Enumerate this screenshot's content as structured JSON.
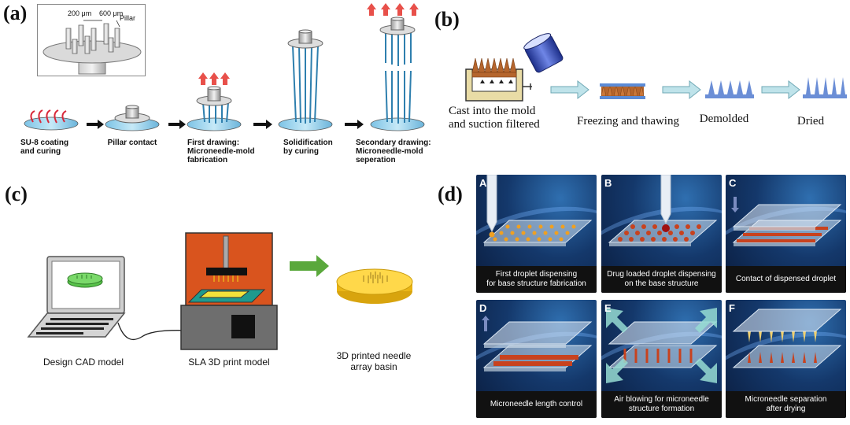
{
  "panel_a": {
    "label": "(a)",
    "inset": {
      "dim1": "200 μm",
      "dim2": "600 μm",
      "pillar": "Pillar"
    },
    "steps": [
      {
        "lines": [
          "SU-8 coating",
          "and curing"
        ]
      },
      {
        "lines": [
          "Pillar contact"
        ]
      },
      {
        "lines": [
          "First drawing:",
          "Microneedle-mold",
          "fabrication"
        ]
      },
      {
        "lines": [
          "Solidification",
          "by curing"
        ]
      },
      {
        "lines": [
          "Secondary drawing:",
          "Microneedle-mold",
          "seperation"
        ]
      }
    ]
  },
  "panel_b": {
    "label": "(b)",
    "steps": [
      {
        "lines": [
          "Cast into the mold",
          "and suction filtered"
        ]
      },
      {
        "lines": [
          "Freezing and thawing"
        ]
      },
      {
        "lines": [
          "Demolded"
        ]
      },
      {
        "lines": [
          "Dried"
        ]
      }
    ]
  },
  "panel_c": {
    "label": "(c)",
    "captions": [
      {
        "lines": [
          "Design CAD model"
        ]
      },
      {
        "lines": [
          "SLA 3D print model"
        ]
      },
      {
        "lines": [
          "3D printed needle",
          "array basin"
        ]
      }
    ]
  },
  "panel_d": {
    "label": "(d)",
    "tiles": [
      {
        "letter": "A",
        "lines": [
          "First droplet dispensing",
          "for base structure fabrication"
        ]
      },
      {
        "letter": "B",
        "lines": [
          "Drug loaded droplet dispensing",
          "on the base structure"
        ]
      },
      {
        "letter": "C",
        "lines": [
          "Contact of dispensed droplet"
        ]
      },
      {
        "letter": "D",
        "lines": [
          "Microneedle length control"
        ]
      },
      {
        "letter": "E",
        "lines": [
          "Air blowing for microneedle",
          "structure formation"
        ]
      },
      {
        "letter": "F",
        "lines": [
          "Microneedle separation",
          "after drying"
        ]
      }
    ]
  },
  "colors": {
    "arrow_black": "#111111",
    "arrow_red": "#e8504a",
    "needle_blue": "#2e7fae",
    "disk_blue": "#8fd0ee",
    "flow_arrow": "#bfe3ea",
    "printer_orange": "#d9541e",
    "green_arrow": "#5aa83c",
    "basin_yellow": "#f5c518",
    "droplet_orange": "#f0a020"
  }
}
